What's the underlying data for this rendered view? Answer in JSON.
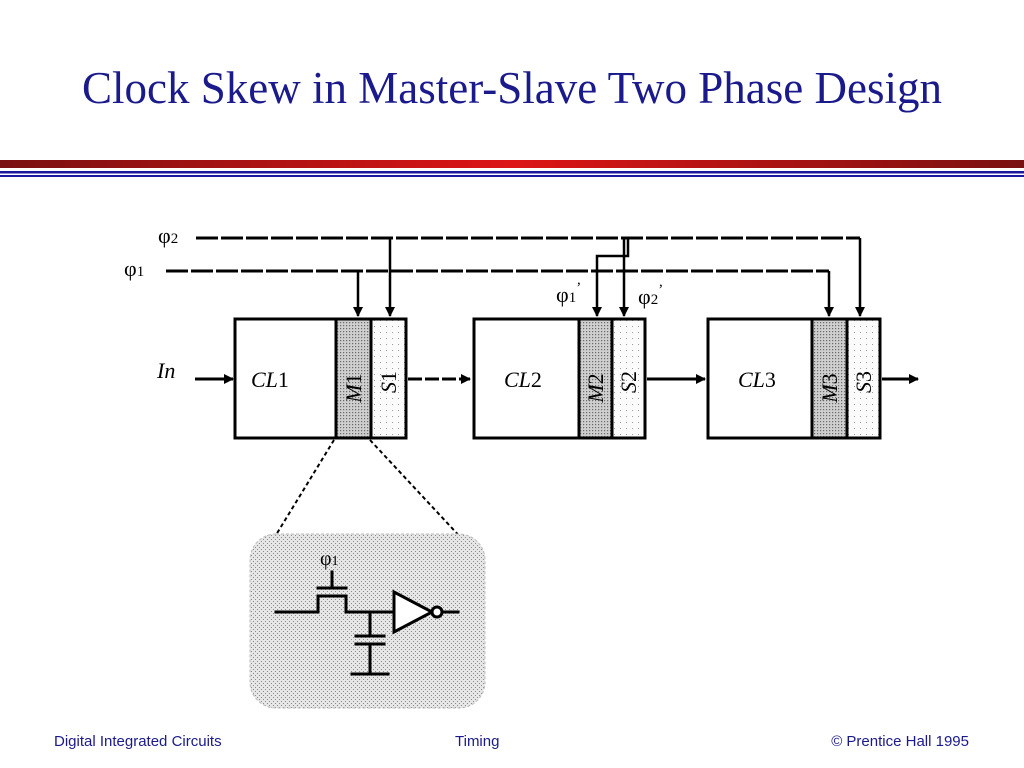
{
  "slide": {
    "title": "Clock Skew in Master-Slave Two Phase Design"
  },
  "diagram": {
    "phi2_symbol": "φ",
    "phi2_sub": "2",
    "phi1_symbol": "φ",
    "phi1_sub": "1",
    "phi1p_symbol": "φ",
    "phi1p_sub": "1",
    "phi1p_prime": "’",
    "phi2p_symbol": "φ",
    "phi2p_sub": "2",
    "phi2p_prime": "’",
    "input_label": "In",
    "cl1_italic": "CL",
    "cl1_num": "1",
    "cl2_italic": "CL",
    "cl2_num": "2",
    "cl3_italic": "CL",
    "cl3_num": "3",
    "m1_italic": "M",
    "m1_num": "1",
    "s1_italic": "S",
    "s1_num": "1",
    "m2_italic": "M",
    "m2_num": "2",
    "s2_italic": "S",
    "s2_num": "2",
    "m3_italic": "M",
    "m3_num": "3",
    "s3_italic": "S",
    "s3_num": "3",
    "detail_phi_symbol": "φ",
    "detail_phi_sub": "1"
  },
  "footer": {
    "left": "Digital Integrated Circuits",
    "center": "Timing",
    "right": "© Prentice Hall 1995"
  },
  "colors": {
    "title": "#1a1a8c",
    "rule_red": "#cc1111",
    "rule_dark_red": "#7a1010",
    "rule_blue": "#1a1a9c"
  }
}
